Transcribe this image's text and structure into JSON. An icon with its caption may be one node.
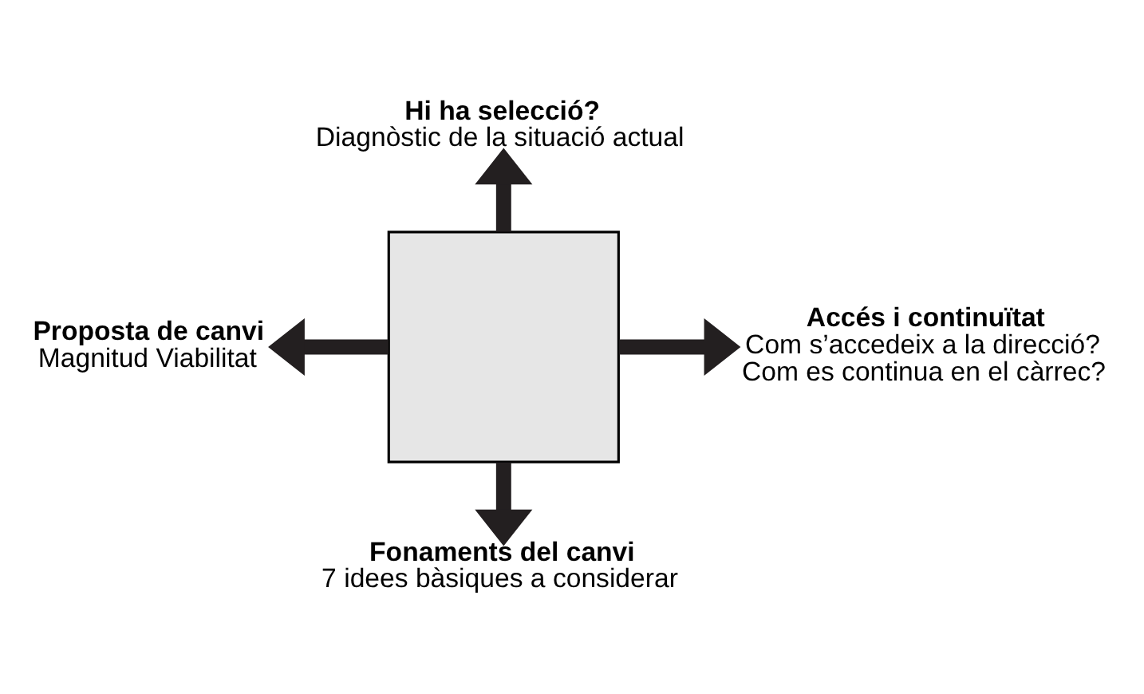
{
  "diagram": {
    "nodes": [
      {
        "text": [
          "Hi ha selecció?",
          "Diagnòstic de la situació actual"
        ]
      },
      {
        "text": [
          "Proposta de canvi",
          "Magnitud Viabilitat"
        ]
      },
      {
        "text": [],
        "shape": "box"
      },
      {
        "text": [
          "Accés i continuïtat",
          "Com s’accedeix a la direcció? Com es continua en el càrrec?"
        ]
      },
      {
        "text": [
          "Fonaments del canvi",
          "7 idees bàsiques a considerar"
        ]
      }
    ],
    "edges": [
      {
        "from": 2,
        "to": 0,
        "arrow": "to"
      },
      {
        "from": 2,
        "to": 1,
        "arrow": "to"
      },
      {
        "from": 2,
        "to": 3,
        "arrow": "to"
      },
      {
        "from": 2,
        "to": 4,
        "arrow": "to"
      }
    ]
  }
}
